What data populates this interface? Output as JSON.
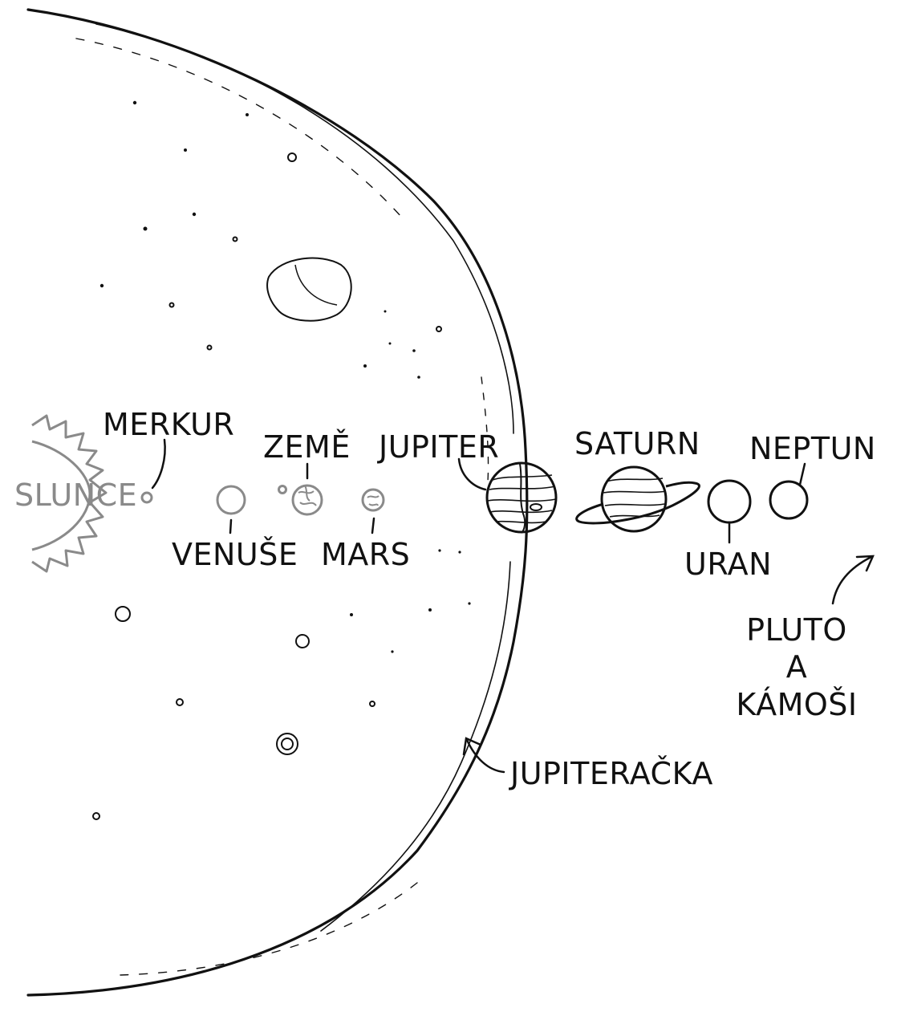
{
  "labels": {
    "sun": "SLUNCE",
    "mercury": "MERKUR",
    "venus": "VENUŠE",
    "earth": "ZEMĚ",
    "mars": "MARS",
    "jupiter": "JUPITER",
    "saturn": "SATURN",
    "uranus": "URAN",
    "neptune": "NEPTUN",
    "pluto_line1": "PLUTO",
    "pluto_line2": "A KÁMOŠI",
    "asteroid": "JUPITERAČKA"
  },
  "colors": {
    "ink": "#111111",
    "inner_system": "#8a8a8a",
    "background": "#ffffff"
  }
}
